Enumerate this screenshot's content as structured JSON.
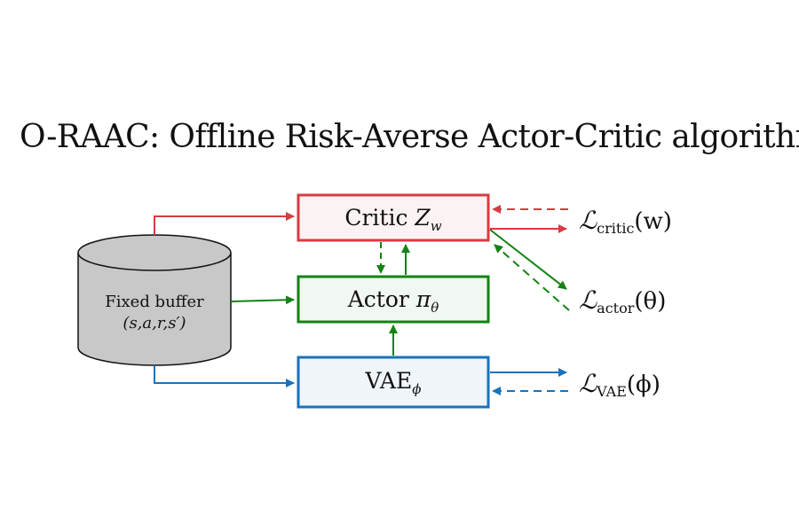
{
  "title": "O-RAAC: Offline Risk-Averse Actor-Critic algorithm",
  "colors": {
    "critic": "#d63c41",
    "actor": "#148214",
    "vae": "#1a72bb",
    "buffer_fill": "#c8c8c8",
    "critic_fill": "#fbf3f3",
    "actor_fill": "#f1f7f1",
    "vae_fill": "#f0f5fa"
  },
  "buffer": {
    "label": "Fixed buffer",
    "tuple": "(s,a,r,s′)"
  },
  "boxes": {
    "critic": {
      "name": "Critic",
      "symbol": "Z",
      "subscript": "w"
    },
    "actor": {
      "name": "Actor",
      "symbol": "π",
      "subscript": "θ"
    },
    "vae": {
      "name": "VAE",
      "subscript": "ϕ"
    }
  },
  "losses": {
    "critic": {
      "symbol": "ℒ",
      "subscript": "critic",
      "arg": "(w)"
    },
    "actor": {
      "symbol": "ℒ",
      "subscript": "actor",
      "arg": "(θ)"
    },
    "vae": {
      "symbol": "ℒ",
      "subscript": "VAE",
      "arg": "(ϕ)"
    }
  }
}
